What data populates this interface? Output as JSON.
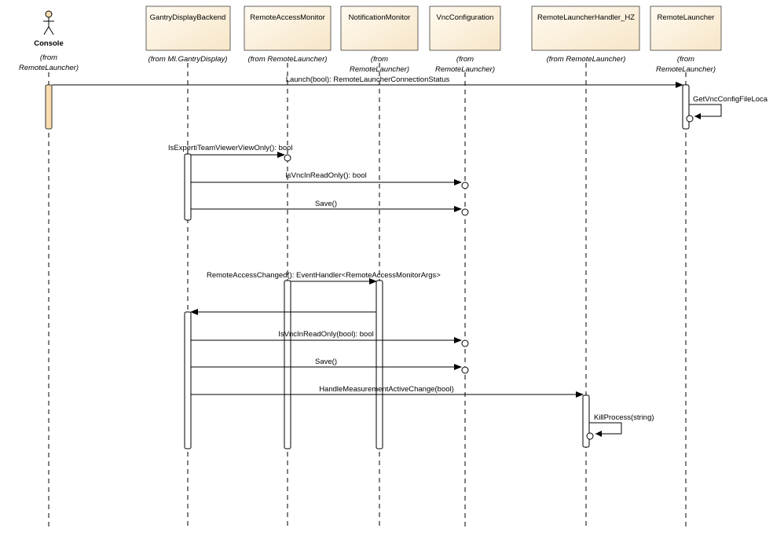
{
  "diagram": {
    "actor": {
      "name": "Console",
      "from_line1": "(from",
      "from_line2": "RemoteLauncher)"
    },
    "participants": [
      {
        "id": "gdb",
        "name": "GantryDisplayBackend",
        "from": "(from MI.GantryDisplay)"
      },
      {
        "id": "ram",
        "name": "RemoteAccessMonitor",
        "from": "(from RemoteLauncher)"
      },
      {
        "id": "nm",
        "name": "NotificationMonitor",
        "from_line1": "(from",
        "from_line2": "RemoteLauncher)"
      },
      {
        "id": "vnc",
        "name": "VncConfiguration",
        "from_line1": "(from",
        "from_line2": "RemoteLauncher)"
      },
      {
        "id": "rlh",
        "name": "RemoteLauncherHandler_HZ",
        "from": "(from RemoteLauncher)"
      },
      {
        "id": "rl",
        "name": "RemoteLauncher",
        "from_line1": "(from",
        "from_line2": "RemoteLauncher)"
      }
    ],
    "messages": [
      "Launch(bool): RemoteLauncherConnectionStatus",
      "GetVncConfigFileLoca",
      "IsExpertiTeamViewerViewOnly(): bool",
      "IsVncInReadOnly(): bool",
      "Save()",
      "RemoteAccessChanged(): EventHandler<RemoteAccessMonitorArgs>",
      "IsVncInReadOnly(bool): bool",
      "Save()",
      "HandleMeasurementActiveChange(bool)",
      "KillProcess(string)"
    ],
    "colors": {
      "header_fill": "#fdf3e2",
      "actor_bar": "#f9dcb0",
      "line": "#000000"
    }
  }
}
